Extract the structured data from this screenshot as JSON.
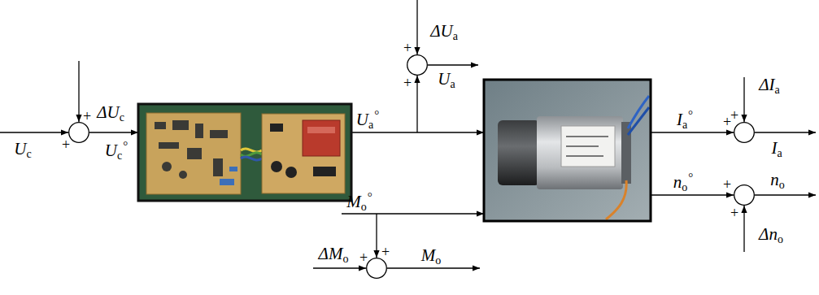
{
  "diagram": {
    "nodes": [
      {
        "text": [
          "+",
          "+"
        ]
      },
      {
        "text": [
          "+",
          "+"
        ]
      },
      {
        "text": [
          "+",
          "+"
        ]
      },
      {
        "text": [
          "+",
          "+"
        ]
      },
      {
        "text": [
          "+",
          "+"
        ]
      }
    ],
    "labels": [
      "Uc",
      "ΔUc",
      "Uc°",
      "ΔUa",
      "Ua",
      "Ua°",
      "Mo°",
      "ΔMo",
      "Mo",
      "Ia°",
      "ΔIa",
      "Ia",
      "no°",
      "Δno",
      "no"
    ]
  }
}
